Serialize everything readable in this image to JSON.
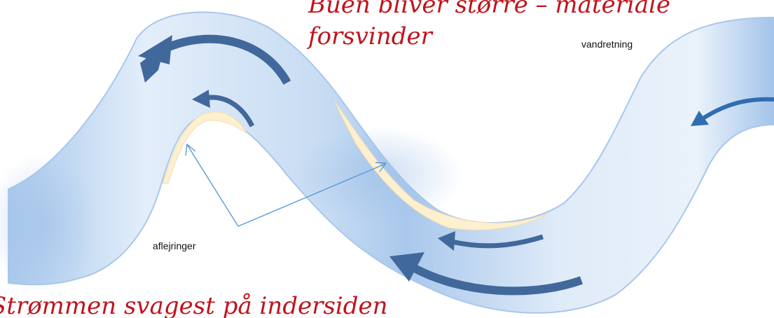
{
  "annotations": {
    "top_line1": "Buen bliver større – materiale",
    "top_line2": "forsvinder",
    "bottom": "Strømmen svagest på indersiden"
  },
  "labels": {
    "flow_direction": "vandretning",
    "deposits": "aflejringer"
  },
  "colors": {
    "annotation": "#c0141c",
    "arrow": "#41689a",
    "pointer": "#5b9bd5",
    "river_edge": "#a9c7ea",
    "deposit": "#fdf0cf"
  },
  "icons": [
    "flow-arrow-icon",
    "pointer-arrow-icon"
  ]
}
